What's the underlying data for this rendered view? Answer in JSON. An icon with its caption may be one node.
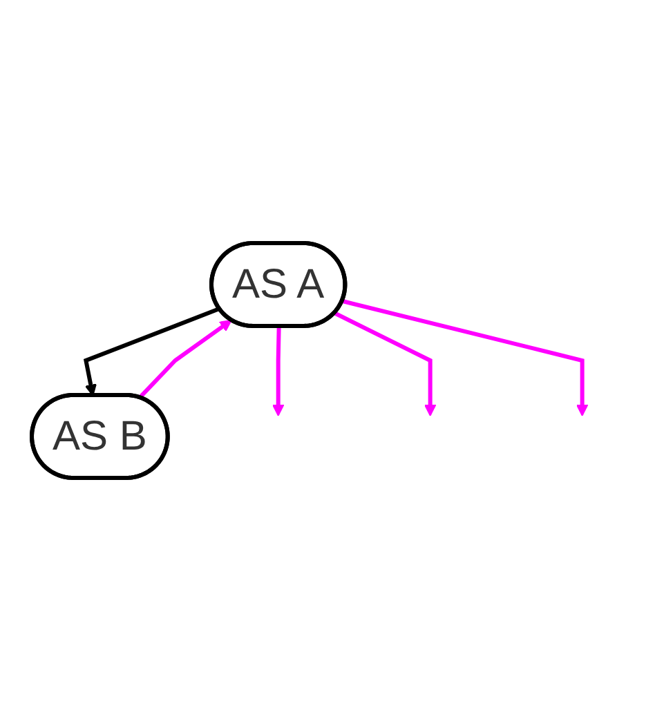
{
  "diagram": {
    "nodes": [
      {
        "text": [
          "AS A"
        ]
      },
      {
        "text": [
          "AS B"
        ]
      }
    ],
    "edges": [
      {
        "from": 0,
        "to": 1,
        "arrow": "to",
        "color": "#000000"
      },
      {
        "from": 0,
        "to": null,
        "arrow": "to",
        "color": "#ff00ff"
      },
      {
        "from": 0,
        "to": null,
        "arrow": "to",
        "color": "#ff00ff"
      },
      {
        "from": 0,
        "to": null,
        "arrow": "to",
        "color": "#ff00ff"
      },
      {
        "from": 1,
        "to": 0,
        "arrow": "to",
        "color": "#ff00ff"
      }
    ]
  }
}
